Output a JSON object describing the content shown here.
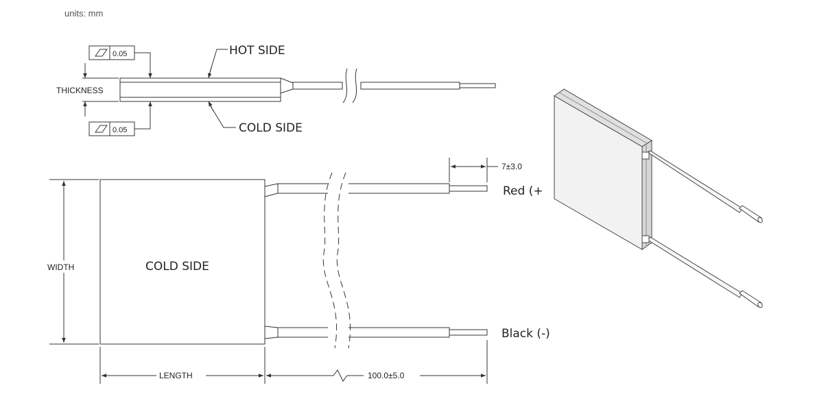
{
  "units_label": "units: mm",
  "side_view": {
    "hot_side": "HOT SIDE",
    "cold_side": "COLD SIDE",
    "thickness": "THICKNESS",
    "flatness_top": "0.05",
    "flatness_bottom": "0.05"
  },
  "top_view": {
    "cold_side": "COLD SIDE",
    "width": "WIDTH",
    "length": "LENGTH",
    "lead_length": "100.0±5.0",
    "strip_length": "7±3.0",
    "red_label": "Red (+)",
    "black_label": "Black (-)"
  },
  "colors": {
    "line": "#333333",
    "text": "#222222",
    "module_face": "#eeeeee",
    "module_edge": "#cfcfcf"
  }
}
